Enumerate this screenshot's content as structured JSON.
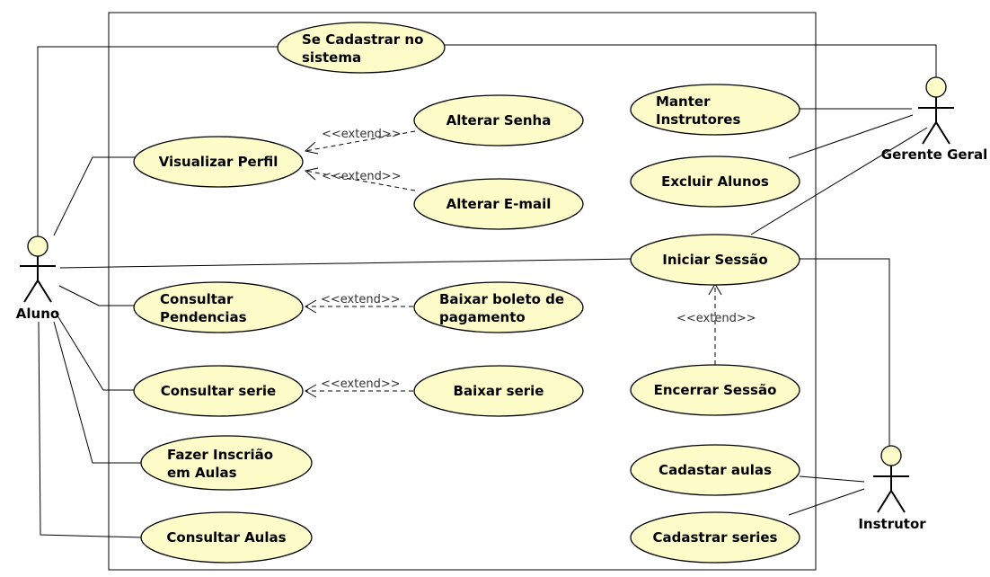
{
  "use_cases": {
    "cadastrar_sistema": [
      "Se Cadastrar no",
      "sistema"
    ],
    "visualizar_perfil": [
      "Visualizar Perfil"
    ],
    "alterar_senha": [
      "Alterar Senha"
    ],
    "alterar_email": [
      "Alterar E-mail"
    ],
    "consultar_pendencias": [
      "Consultar",
      "Pendencias"
    ],
    "baixar_boleto": [
      "Baixar boleto de",
      "pagamento"
    ],
    "consultar_serie": [
      "Consultar serie"
    ],
    "baixar_serie": [
      "Baixar serie"
    ],
    "fazer_inscricao": [
      "Fazer Inscrião",
      "em Aulas"
    ],
    "consultar_aulas": [
      "Consultar Aulas"
    ],
    "manter_instrutores": [
      "Manter",
      "Instrutores"
    ],
    "excluir_alunos": [
      "Excluir Alunos"
    ],
    "iniciar_sessao": [
      "Iniciar Sessão"
    ],
    "encerrar_sessao": [
      "Encerrar Sessão"
    ],
    "cadastrar_aulas": [
      "Cadastar aulas"
    ],
    "cadastrar_series": [
      "Cadastrar series"
    ]
  },
  "actors": {
    "aluno": "Aluno",
    "gerente": "Gerente Geral",
    "instrutor": "Instrutor"
  },
  "relations": {
    "extend_label": "<<extend>>"
  },
  "colors": {
    "use_case_fill": "#fefdc9",
    "line": "#000000",
    "background": "#ffffff"
  }
}
